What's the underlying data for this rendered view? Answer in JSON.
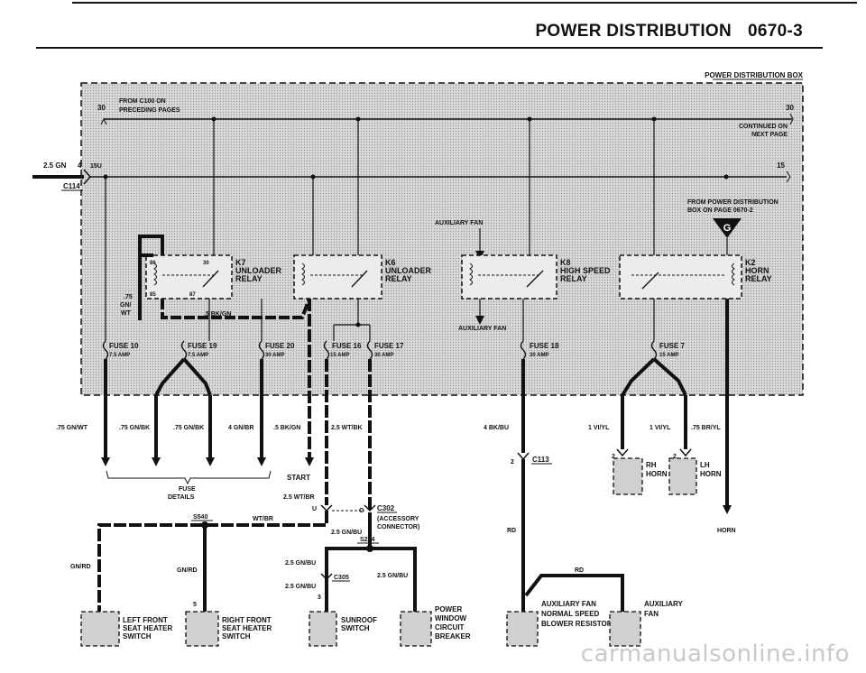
{
  "header": {
    "title": "POWER DISTRIBUTION",
    "code": "0670-3"
  },
  "box_title": "POWER DISTRIBUTION BOX",
  "labels": {
    "from_c100": "FROM C100 ON",
    "preceding": "PRECEDING PAGES",
    "t30_left": "30",
    "t30_right": "30",
    "continued1": "CONTINUED ON",
    "continued2": "NEXT PAGE",
    "gn_in": "2.5 GN",
    "pin4": "4",
    "t15u": "15U",
    "t15_right": "15",
    "c114": "C114",
    "from_pdb1": "FROM POWER DISTRIBUTION",
    "from_pdb2": "BOX ON PAGE 0670-2",
    "g_mark": "G",
    "aux_fan_top": "AUXILIARY FAN",
    "aux_fan_bottom": "AUXILIARY FAN",
    "w75_1": ".75",
    "w75_2": "GN/",
    "w75_3": "WT",
    "w5bkgn_in": ".5 BK/GN",
    "start": "START",
    "fuse_details1": "FUSE",
    "fuse_details2": "DETAILS",
    "wire_25wtbr": "2.5 WT/BR",
    "pin_u": "U",
    "pin_o": "O",
    "c302": "C302",
    "c302_desc1": "(ACCESSORY",
    "c302_desc2": "CONNECTOR)",
    "wire_25gnbu_a": "2.5 GN/BU",
    "s540": "S540",
    "wtbr": "WT/BR",
    "s224": "S224",
    "wire_25gnbu_b": "2.5 GN/BU",
    "wire_25gnbu_c": "2.5 GN/BU",
    "c305": "C305",
    "wire_25gnbu_d": "2.5 GN/BU",
    "pin3": "3",
    "gnrd_left": "GN/RD",
    "gnrd_mid": "GN/RD",
    "pin5": "5",
    "c113": "C113",
    "pin2_c113": "2",
    "rd1": "RD",
    "rd2": "RD",
    "pin2_rh": "2",
    "pin2_lh": "2",
    "horn_out": "HORN"
  },
  "relays": [
    {
      "id": "K7",
      "line1": "UNLOADER",
      "line2": "RELAY"
    },
    {
      "id": "K6",
      "line1": "UNLOADER",
      "line2": "RELAY"
    },
    {
      "id": "K8",
      "line1": "HIGH SPEED",
      "line2": "RELAY"
    },
    {
      "id": "K2",
      "line1": "HORN",
      "line2": "RELAY"
    }
  ],
  "relay_pins": [
    "86",
    "30",
    "85",
    "87"
  ],
  "fuses": [
    {
      "name": "FUSE 10",
      "rating": "7.5 AMP"
    },
    {
      "name": "FUSE 19",
      "rating": "7.5 AMP"
    },
    {
      "name": "FUSE 20",
      "rating": "30 AMP"
    },
    {
      "name": "FUSE 16",
      "rating": "15 AMP"
    },
    {
      "name": "FUSE 17",
      "rating": "30 AMP"
    },
    {
      "name": "FUSE 18",
      "rating": "30 AMP"
    },
    {
      "name": "FUSE 7",
      "rating": "15 AMP"
    }
  ],
  "wires": [
    ".75 GN/WT",
    ".75 GN/BK",
    ".75 GN/BK",
    "4 GN/BR",
    ".5 BK/GN",
    "2.5 WT/BK",
    "4 BK/BU",
    "1 VI/YL",
    "1 VI/YL",
    ".75 BR/YL"
  ],
  "components": [
    {
      "line1": "LEFT FRONT",
      "line2": "SEAT HEATER",
      "line3": "SWITCH"
    },
    {
      "line1": "RIGHT FRONT",
      "line2": "SEAT HEATER",
      "line3": "SWITCH"
    },
    {
      "line1": "SUNROOF",
      "line2": "SWITCH",
      "line3": ""
    },
    {
      "line1": "POWER",
      "line2": "WINDOW",
      "line3": "CIRCUIT",
      "line4": "BREAKER"
    },
    {
      "line1": "AUXILIARY FAN",
      "line2": "NORMAL SPEED",
      "line3": "BLOWER RESISTOR"
    },
    {
      "line1": "AUXILIARY",
      "line2": "FAN",
      "line3": ""
    },
    {
      "line1": "RH",
      "line2": "HORN"
    },
    {
      "line1": "LH",
      "line2": "HORN"
    }
  ],
  "watermark": "carmanualsonline.info"
}
